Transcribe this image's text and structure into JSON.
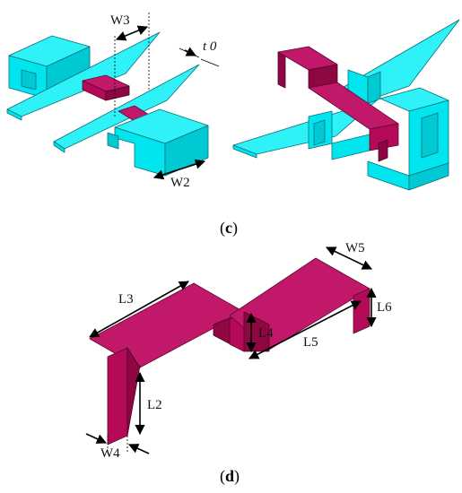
{
  "panel_c": {
    "caption_open": "(",
    "caption_letter": "c",
    "caption_close": ")",
    "labels": {
      "w3": "W3",
      "t0": "t 0",
      "w2": "W2"
    }
  },
  "panel_d": {
    "caption_open": "(",
    "caption_letter": "d",
    "caption_close": ")",
    "labels": {
      "l3": "L3",
      "w5": "W5",
      "l4": "L4",
      "l6": "L6",
      "l5": "L5",
      "l2": "L2",
      "w4": "W4"
    }
  },
  "colors": {
    "cyan": "#00e5ee",
    "magenta": "#b40a58"
  }
}
